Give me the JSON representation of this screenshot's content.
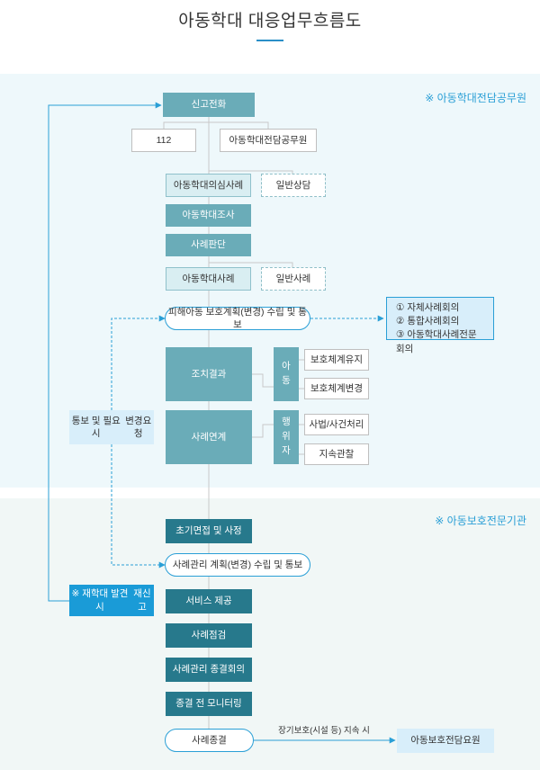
{
  "title": "아동학대 대응업무흐름도",
  "zones": {
    "officer": "※ 아동학대전담공무원",
    "agency": "※ 아동보호전문기관"
  },
  "nodes": {
    "report_call": "신고전화",
    "num_112": "112",
    "officer": "아동학대전담공무원",
    "suspected_case": "아동학대의심사례",
    "general_consult": "일반상담",
    "investigation": "아동학대조사",
    "case_judgment": "사례판단",
    "abuse_case": "아동학대사례",
    "general_case": "일반사례",
    "protection_plan": "피해아동 보호계획(변경) 수립 및 통보",
    "meetings": [
      "① 자체사례회의",
      "② 통합사례회의",
      "③ 아동학대사례전문회의"
    ],
    "action_result": "조치결과",
    "case_link": "사례연계",
    "child_label": [
      "아",
      "동"
    ],
    "protect_keep": "보호체계유지",
    "protect_change": "보호체계변경",
    "perp_label": [
      "행",
      "위",
      "자"
    ],
    "judicial": "사법/사건처리",
    "ongoing_watch": "지속관찰",
    "notify_change": [
      "통보 및 필요 시",
      "변경요청"
    ],
    "initial_interview": "초기면접 및 사정",
    "case_mgmt_plan": "사례관리 계획(변경) 수립 및 통보",
    "reabuse_report": [
      "※ 재학대 발견 시",
      "재신고"
    ],
    "service": "서비스 제공",
    "case_check": "사례점검",
    "closing_meeting": "사례관리 종결회의",
    "pre_closure_monitor": "종결 전 모니터링",
    "case_closed": "사례종결",
    "long_term_note": "장기보호(시설 등) 지속 시",
    "agency_staff": "아동보호전담요원"
  },
  "colors": {
    "teal": "#6aacb8",
    "navy_teal": "#27798c",
    "accent_blue": "#1a9bd7",
    "zone_officer_bg": "#eef8fb",
    "zone_agency_bg": "#f1f7f6"
  }
}
